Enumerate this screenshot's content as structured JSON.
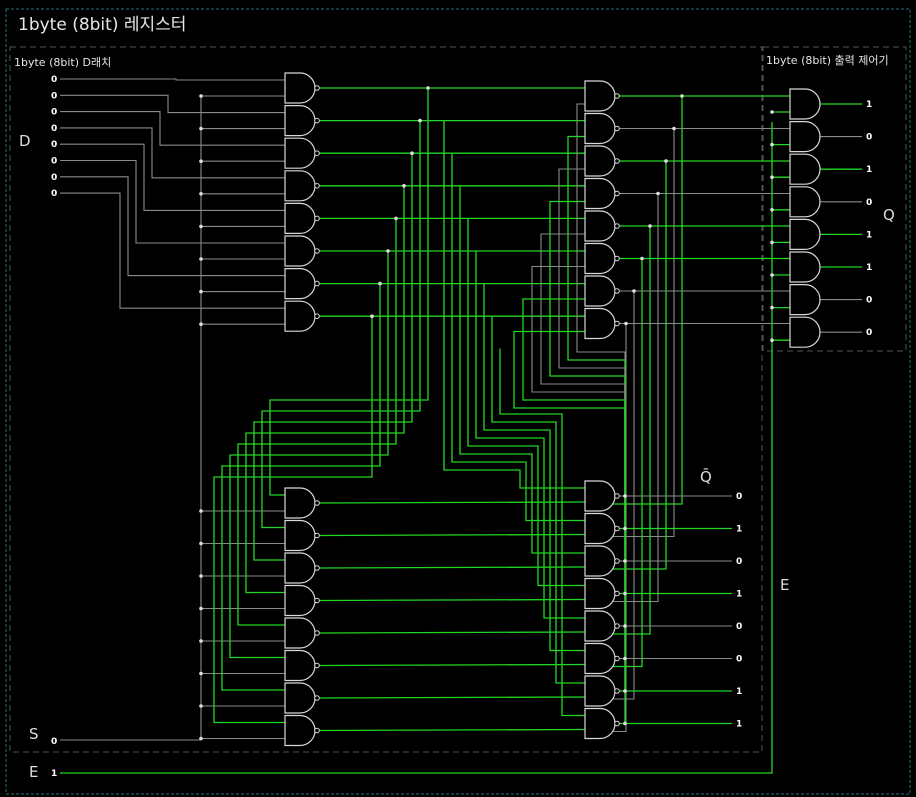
{
  "title": "1byte (8bit) 레지스터",
  "latch_title": "1byte (8bit) D래치",
  "controller_title": "1byte (8bit) 출력 제어기",
  "labels": {
    "d": "D",
    "q": "Q",
    "qbar": "Q̄",
    "s": "S",
    "e": "E"
  },
  "inputs": {
    "d": [
      "0",
      "0",
      "0",
      "0",
      "0",
      "0",
      "0",
      "0"
    ],
    "s": "0",
    "e": "1"
  },
  "outputs": {
    "q": [
      "1",
      "0",
      "1",
      "0",
      "1",
      "1",
      "0",
      "0"
    ],
    "qbar": [
      "0",
      "1",
      "0",
      "1",
      "0",
      "0",
      "1",
      "1"
    ]
  },
  "colors": {
    "wire_on": "#22d622",
    "wire_off": "#8a8a8a",
    "gate": "#d8d8d8"
  }
}
